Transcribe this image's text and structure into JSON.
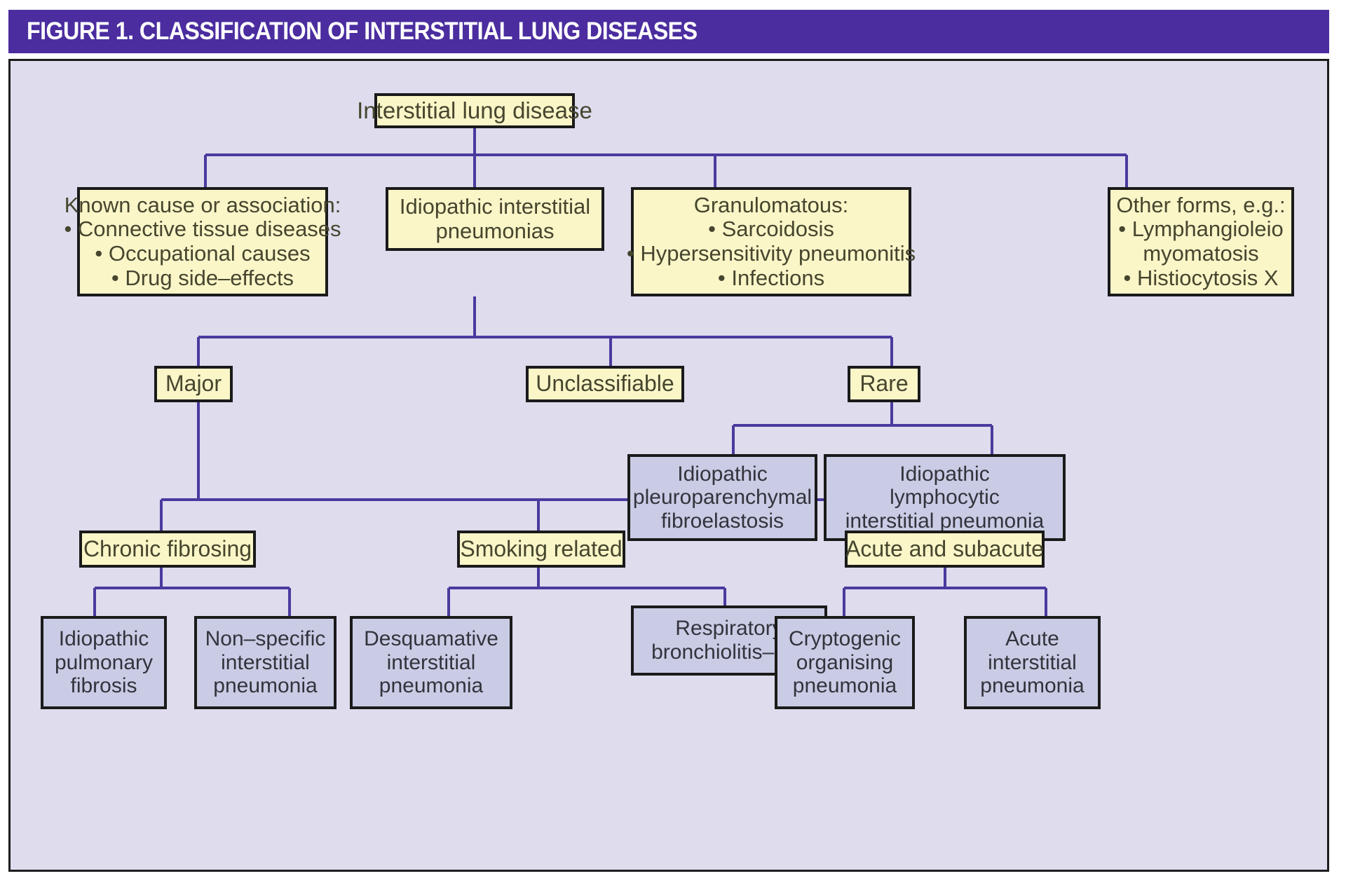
{
  "figure": {
    "title": "FIGURE 1. CLASSIFICATION OF INTERSTITIAL LUNG DISEASES",
    "colors": {
      "title_bar": "#4b2d9f",
      "title_text": "#ffffff",
      "panel_background": "#dfdcee",
      "panel_border": "#1d1d1d",
      "connector": "#4b3a9e",
      "category_box_fill": "#faf6c8",
      "disease_box_fill": "#c9cce4",
      "box_border": "#1a1a1a"
    }
  },
  "chart_data": {
    "type": "diagram",
    "title": "FIGURE 1. CLASSIFICATION OF INTERSTITIAL LUNG DISEASES",
    "diagram_kind": "hierarchical-tree",
    "root": "Interstitial lung disease",
    "levels": [
      [
        "Interstitial lung disease"
      ],
      [
        "Known cause or association:",
        "Idiopathic interstitial pneumonias",
        "Granulomatous:",
        "Other forms, e.g.:"
      ],
      [
        "Major",
        "Unclassifiable",
        "Rare"
      ],
      [
        "Idiopathic pleuroparenchymal fibroelastosis",
        "Idiopathic lymphocytic interstitial pneumonia"
      ],
      [
        "Chronic fibrosing",
        "Smoking related",
        "Acute and subacute"
      ],
      [
        "Idiopathic pulmonary fibrosis",
        "Non-specific interstitial pneumonia",
        "Desquamative interstitial pneumonia",
        "Respiratory bronchiolitis-ILD",
        "Cryptogenic organising pneumonia",
        "Acute interstitial pneumonia"
      ]
    ],
    "edges": [
      [
        "Interstitial lung disease",
        "Known cause or association:"
      ],
      [
        "Interstitial lung disease",
        "Idiopathic interstitial pneumonias"
      ],
      [
        "Interstitial lung disease",
        "Granulomatous:"
      ],
      [
        "Interstitial lung disease",
        "Other forms, e.g.:"
      ],
      [
        "Idiopathic interstitial pneumonias",
        "Major"
      ],
      [
        "Idiopathic interstitial pneumonias",
        "Unclassifiable"
      ],
      [
        "Idiopathic interstitial pneumonias",
        "Rare"
      ],
      [
        "Rare",
        "Idiopathic pleuroparenchymal fibroelastosis"
      ],
      [
        "Rare",
        "Idiopathic lymphocytic interstitial pneumonia"
      ],
      [
        "Major",
        "Chronic fibrosing"
      ],
      [
        "Major",
        "Smoking related"
      ],
      [
        "Major",
        "Acute and subacute"
      ],
      [
        "Chronic fibrosing",
        "Idiopathic pulmonary fibrosis"
      ],
      [
        "Chronic fibrosing",
        "Non-specific interstitial pneumonia"
      ],
      [
        "Smoking related",
        "Desquamative interstitial pneumonia"
      ],
      [
        "Smoking related",
        "Respiratory bronchiolitis-ILD"
      ],
      [
        "Acute and subacute",
        "Cryptogenic organising pneumonia"
      ],
      [
        "Acute and subacute",
        "Acute interstitial pneumonia"
      ]
    ]
  },
  "nodes": {
    "root": {
      "line1": "Interstitial lung disease"
    },
    "known_cause": {
      "heading": "Known cause or association:",
      "item1": "• Connective tissue diseases",
      "item2": "• Occupational causes",
      "item3": "• Drug side–effects"
    },
    "iip": {
      "line1": "Idiopathic interstitial",
      "line2": "pneumonias"
    },
    "granulomatous": {
      "heading": "Granulomatous:",
      "item1": "• Sarcoidosis",
      "item2": "• Hypersensitivity pneumonitis",
      "item3": "• Infections"
    },
    "other_forms": {
      "heading": "Other forms, e.g.:",
      "item1": "• Lymphangioleio",
      "item1b": "myomatosis",
      "item2": "• Histiocytosis X"
    },
    "major": {
      "line1": "Major"
    },
    "unclassifiable": {
      "line1": "Unclassifiable"
    },
    "rare": {
      "line1": "Rare"
    },
    "ippfe": {
      "line1": "Idiopathic",
      "line2": "pleuroparenchymal",
      "line3": "fibroelastosis"
    },
    "lip": {
      "line1": "Idiopathic",
      "line2": "lymphocytic",
      "line3": "interstitial pneumonia"
    },
    "chronic_fibrosing": {
      "line1": "Chronic fibrosing"
    },
    "smoking_related": {
      "line1": "Smoking related"
    },
    "acute_subacute": {
      "line1": "Acute and subacute"
    },
    "ipf": {
      "line1": "Idiopathic",
      "line2": "pulmonary",
      "line3": "fibrosis"
    },
    "nsip": {
      "line1": "Non–specific",
      "line2": "interstitial",
      "line3": "pneumonia"
    },
    "dip": {
      "line1": "Desquamative",
      "line2": "interstitial",
      "line3": "pneumonia"
    },
    "rbild": {
      "line1": "Respiratory",
      "line2": "bronchiolitis–ILD"
    },
    "cop": {
      "line1": "Cryptogenic",
      "line2": "organising",
      "line3": "pneumonia"
    },
    "aip": {
      "line1": "Acute",
      "line2": "interstitial",
      "line3": "pneumonia"
    }
  }
}
